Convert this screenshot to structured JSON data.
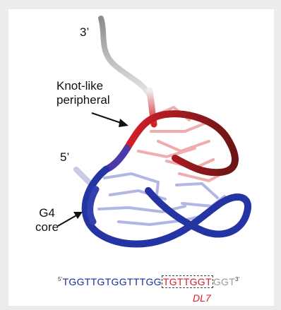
{
  "labels": {
    "three_prime": "3’",
    "five_prime": "5’",
    "knot_line1": "Knot-like",
    "knot_line2": "peripheral",
    "g4_line1": "G4",
    "g4_line2": "core"
  },
  "sequence": {
    "five_end": "5'",
    "blue_part": "TGGTTGTGGTTTGG",
    "red_part": "TGTTGGT",
    "gray_part": "GGT",
    "three_end": "3'",
    "highlight_label": "DL7"
  },
  "colors": {
    "blue": "#1b2a9e",
    "red": "#d41f2a",
    "gray": "#9a9a9a",
    "dark_red": "#7a1a1a"
  }
}
